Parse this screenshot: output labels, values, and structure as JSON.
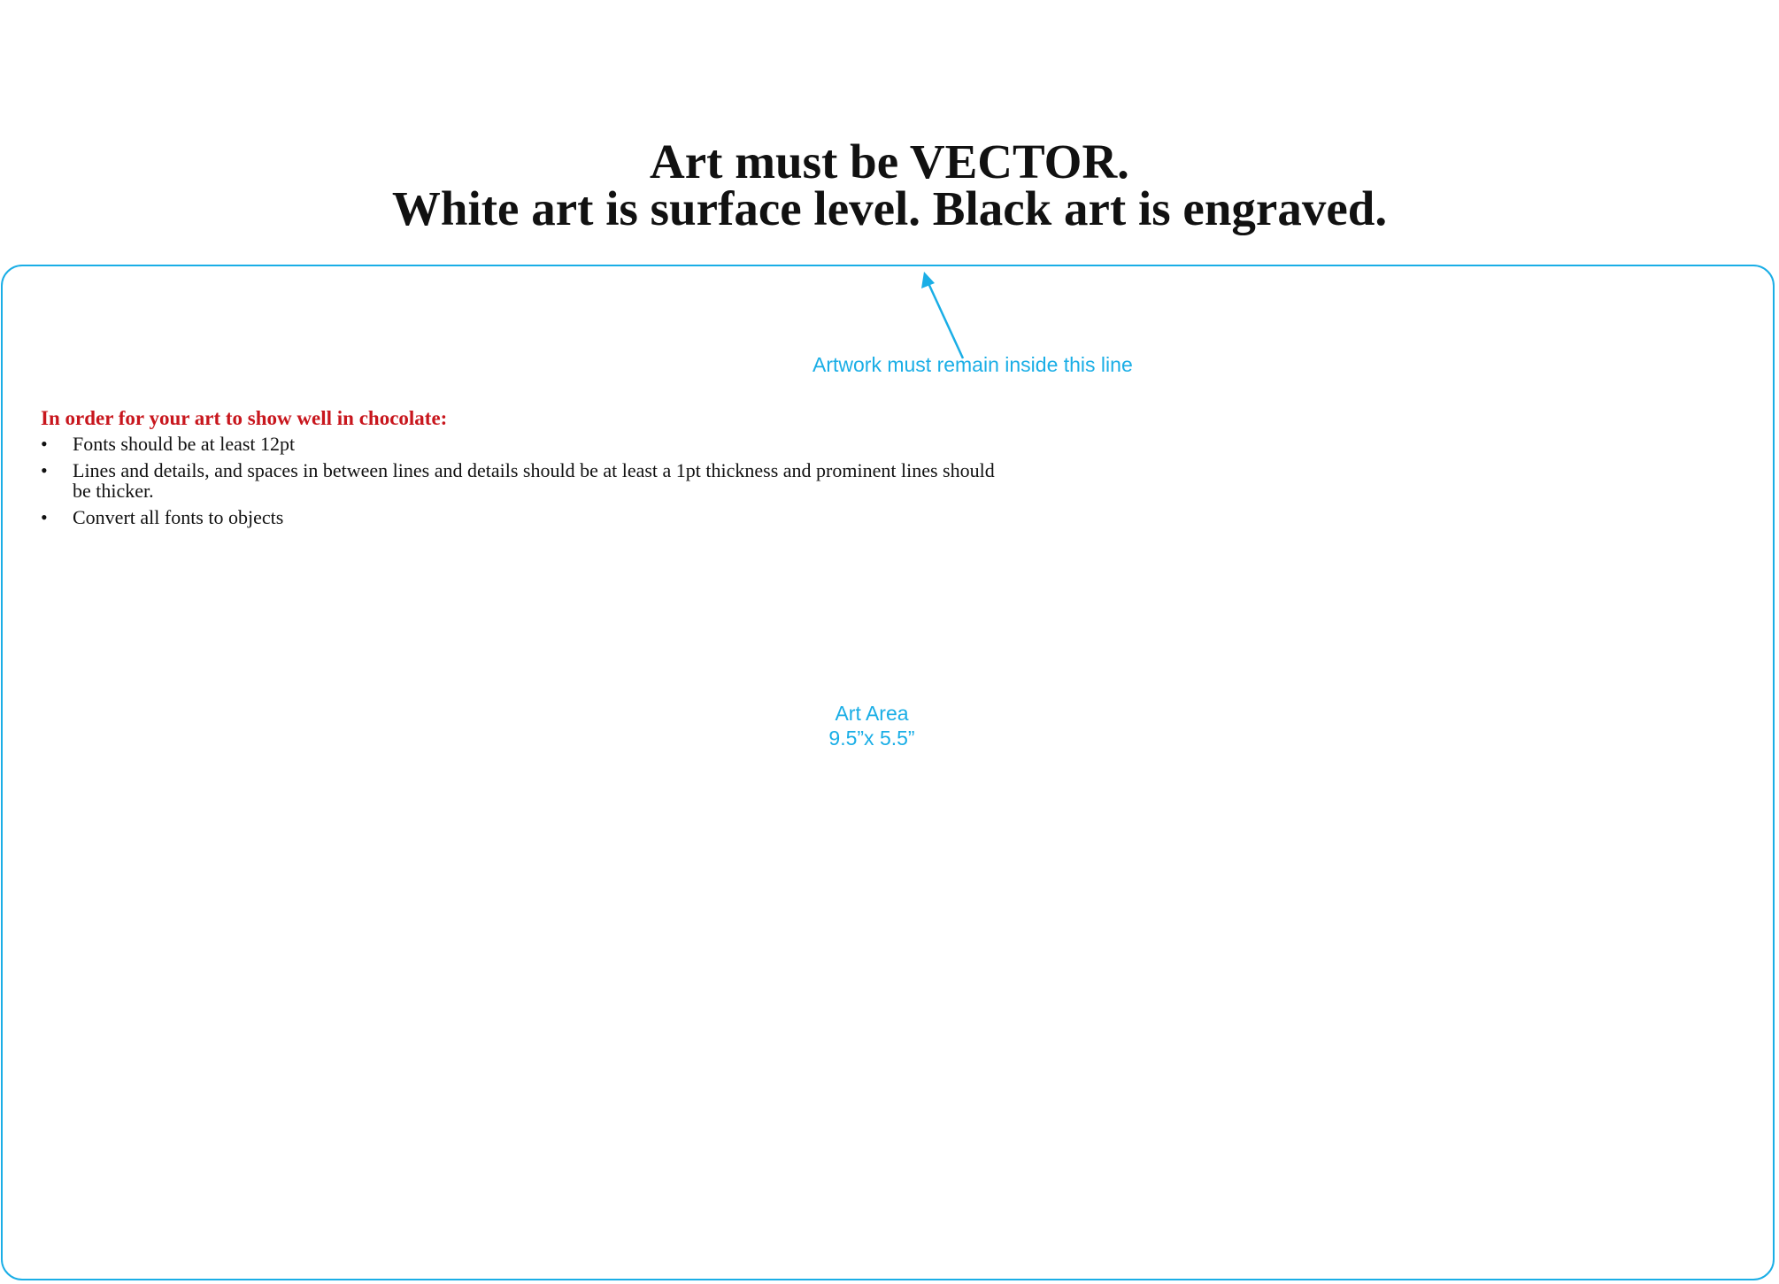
{
  "title": {
    "line1": "Art must be VECTOR.",
    "line2": "White art is surface level. Black art is engraved."
  },
  "callout": {
    "text": "Artwork must remain inside this line"
  },
  "guidelines": {
    "heading": "In order for your art to show well in chocolate:",
    "bullet_glyph": "•",
    "items": [
      "Fonts should be at least 12pt",
      "Lines and details, and spaces in between lines and details should be at least a 1pt thickness and prominent lines should be thicker.",
      "Convert all fonts to objects"
    ]
  },
  "art_area": {
    "label": "Art Area",
    "dimensions": "9.5”x 5.5”"
  },
  "colors": {
    "accent": "#1aaee6",
    "heading_red": "#c8161d",
    "text": "#111111"
  },
  "icons": {
    "pointer": "arrow-icon"
  }
}
